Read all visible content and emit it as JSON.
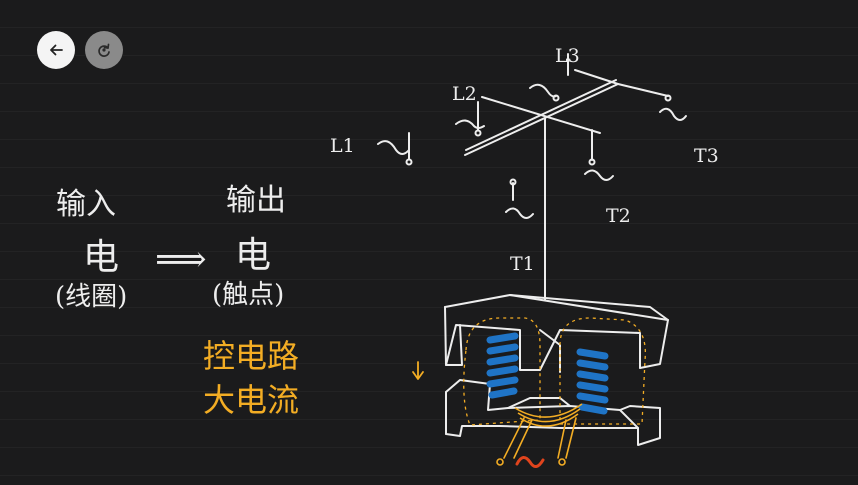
{
  "left_notes": {
    "input_heading": "输入",
    "output_heading": "输出",
    "input_char": "电",
    "arrow": "⟹",
    "output_char": "电",
    "input_note": "(线圈)",
    "output_note": "(触点)"
  },
  "highlight_notes": {
    "line1": "控电路",
    "line2": "大电流"
  },
  "diagram_labels": {
    "L1": "L1",
    "L2": "L2",
    "L3": "L3",
    "T1": "T1",
    "T2": "T2",
    "T3": "T3"
  },
  "colors": {
    "background": "#1b1b1c",
    "ink": "#ededed",
    "highlight": "#f3ad24",
    "coil": "#1f74c6",
    "power_symbol": "#e0441d"
  },
  "icons": {
    "back": "back-arrow-icon",
    "redo": "redo-icon"
  }
}
